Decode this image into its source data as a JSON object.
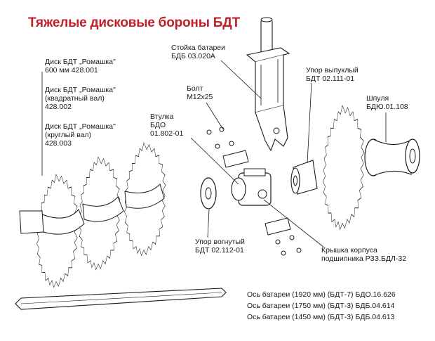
{
  "title": "Тяжелые дисковые бороны БДТ",
  "labels": {
    "disk_600": {
      "line1": "Диск БДТ „Ромашка\"",
      "line2": "600 мм 428.001"
    },
    "disk_square": {
      "line1": "Диск БДТ „Ромашка\"",
      "line2": "(квадратный вал)",
      "line3": "428.002"
    },
    "disk_round": {
      "line1": "Диск БДТ „Ромашка\"",
      "line2": "(круглый вал)",
      "line3": "428.003"
    },
    "stand": {
      "line1": "Стойка батареи",
      "line2": "БДБ 03.020А"
    },
    "bolt": {
      "line1": "Болт",
      "line2": "М12х25"
    },
    "bushing": {
      "line1": "Втулка",
      "line2": "БДО",
      "line3": "01.802-01"
    },
    "stop_convex": {
      "line1": "Упор выпуклый",
      "line2": "БДТ 02.111-01"
    },
    "spool": {
      "line1": "Шпуля",
      "line2": "БДЮ.01.108"
    },
    "stop_concave": {
      "line1": "Упор вогнутый",
      "line2": "БДТ 02.112-01"
    },
    "cover": {
      "line1": "Крышка корпуса",
      "line2": "подшипника РЗЗ.БДЛ-32"
    }
  },
  "axles": [
    "Ось батареи (1920 мм) (БДТ-7) БДО.16.626",
    "Ось батареи (1750 мм) (БДТ-3) БДБ.04.614",
    "Ось батареи (1450 мм) (БДТ-3) БДБ.04.613"
  ],
  "colors": {
    "title": "#c0202a",
    "line": "#1a1a1a",
    "fill": "#ffffff"
  }
}
